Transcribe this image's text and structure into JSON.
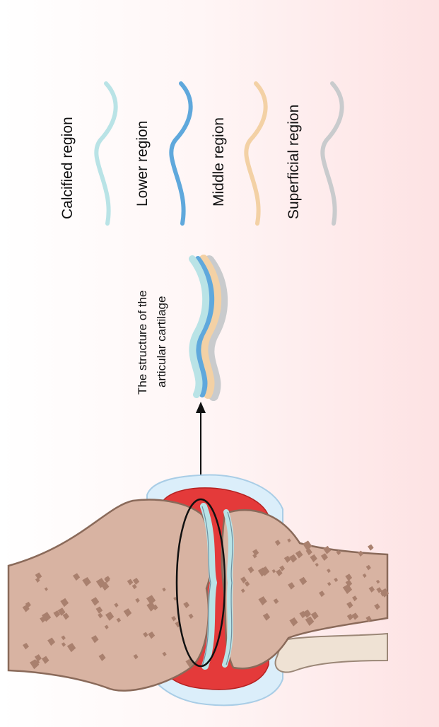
{
  "legend": {
    "items": [
      {
        "label": "Calcified region",
        "color": "#b9e3e6"
      },
      {
        "label": "Lower region",
        "color": "#5fa8dc"
      },
      {
        "label": "Middle region",
        "color": "#f3d1a5"
      },
      {
        "label": "Superficial region",
        "color": "#c9cbcd"
      }
    ]
  },
  "callout": {
    "line1": "The structure of the",
    "line2": "articular cartilage"
  },
  "colors": {
    "bone_fill": "#d8b3a2",
    "bone_stroke": "#8a6a5a",
    "bone_spot": "#a9806e",
    "joint_red": "#e43a3a",
    "capsule": "#dbeefa",
    "cartilage": "#b9e3e6"
  }
}
